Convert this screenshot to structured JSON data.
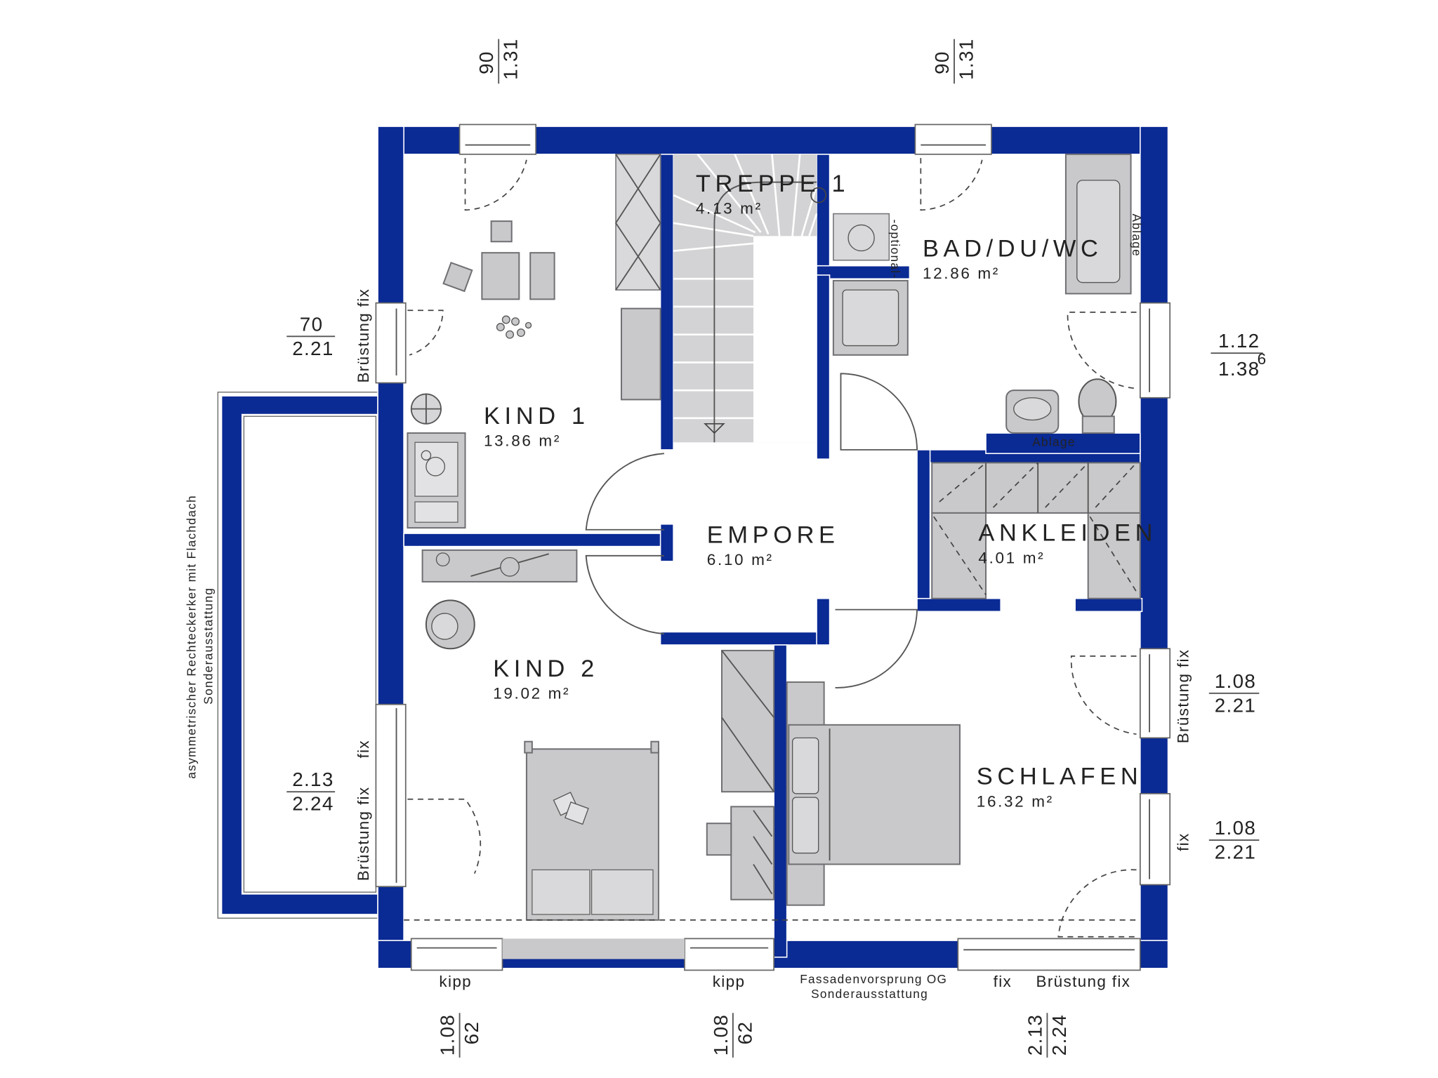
{
  "rooms": {
    "kind1": {
      "name": "KIND 1",
      "area": "13.86 m²"
    },
    "kind2": {
      "name": "KIND 2",
      "area": "19.02 m²"
    },
    "treppe": {
      "name": "TREPPE 1",
      "area": "4.13 m²"
    },
    "bad": {
      "name": "BAD/DU/WC",
      "area": "12.86 m²"
    },
    "empore": {
      "name": "EMPORE",
      "area": "6.10 m²"
    },
    "ankleiden": {
      "name": "ANKLEIDEN",
      "area": "4.01 m²"
    },
    "schlafen": {
      "name": "SCHLAFEN",
      "area": "16.32 m²"
    }
  },
  "dimensions": {
    "top_left": {
      "a": "90",
      "b": "1.31"
    },
    "top_right": {
      "a": "90",
      "b": "1.31"
    },
    "left_upper": {
      "a": "70",
      "b": "2.21"
    },
    "left_lower": {
      "a": "2.13",
      "b": "2.24"
    },
    "right_upper": {
      "a": "1.12",
      "b": "1.38",
      "sup": "6"
    },
    "right_mid": {
      "a": "1.08",
      "b": "2.21"
    },
    "right_low": {
      "a": "1.08",
      "b": "2.21"
    },
    "bottom_1": {
      "a": "1.08",
      "b": "62"
    },
    "bottom_2": {
      "a": "1.08",
      "b": "62"
    },
    "bottom_3": {
      "a": "2.13",
      "b": "2.24"
    }
  },
  "labels": {
    "bruestung_fix": "Brüstung fix",
    "fix": "fix",
    "kipp": "kipp",
    "optional": "-optional-",
    "ablage": "Ablage",
    "erker": "asymmetrischer Rechteckerker mit Flachdach",
    "sonder": "Sonderausstattung",
    "fassade": "Fassadenvorsprung OG",
    "fassade_sonder": "Sonderausstattung"
  },
  "colors": {
    "wall": "#0a2a94",
    "furniture": "#c9c9cb",
    "background": "#ffffff"
  }
}
